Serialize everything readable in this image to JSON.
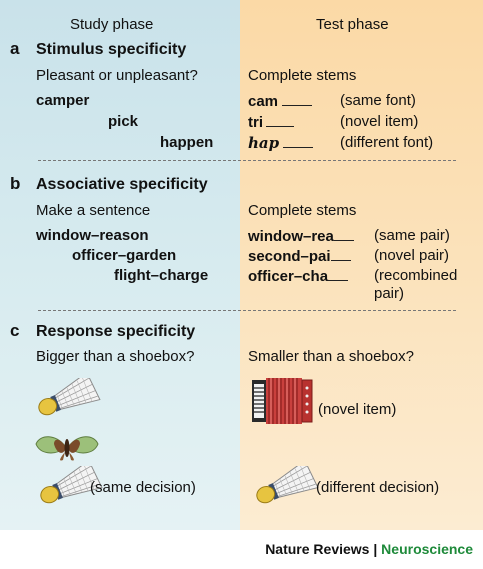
{
  "headers": {
    "study": "Study phase",
    "test": "Test phase"
  },
  "sections": [
    {
      "letter": "a",
      "title": "Stimulus specificity",
      "study_prompt": "Pleasant or unpleasant?",
      "study_items": [
        "camper",
        "pick",
        "happen"
      ],
      "test_prompt": "Complete stems",
      "test_items": [
        {
          "stem": "cam",
          "note": "(same font)"
        },
        {
          "stem": "tri",
          "note": "(novel item)"
        },
        {
          "stem": "hap",
          "note": "(different font)"
        }
      ]
    },
    {
      "letter": "b",
      "title": "Associative specificity",
      "study_prompt": "Make a sentence",
      "study_items": [
        "window–reason",
        "officer–garden",
        "flight–charge"
      ],
      "test_prompt": "Complete stems",
      "test_items": [
        {
          "stem": "window–rea",
          "note": "(same pair)"
        },
        {
          "stem": "second–pai",
          "note": "(novel pair)"
        },
        {
          "stem": "officer–cha",
          "note": "(recombined",
          "note2": "pair)"
        }
      ]
    },
    {
      "letter": "c",
      "title": "Response specificity",
      "study_prompt": "Bigger than a shoebox?",
      "test_prompt": "Smaller than a shoebox?",
      "study_notes": [
        "(same decision)"
      ],
      "test_notes": [
        "(novel item)",
        "(different decision)"
      ],
      "icons": [
        "shuttlecock-icon",
        "butterfly-icon",
        "accordion-icon"
      ]
    }
  ],
  "footer": {
    "brand": "Nature Reviews",
    "separator": "|",
    "journal": "Neuroscience"
  },
  "colors": {
    "study_bg": "#cfe6ec",
    "test_bg": "#fbdcae",
    "journal": "#1e8a3a"
  }
}
